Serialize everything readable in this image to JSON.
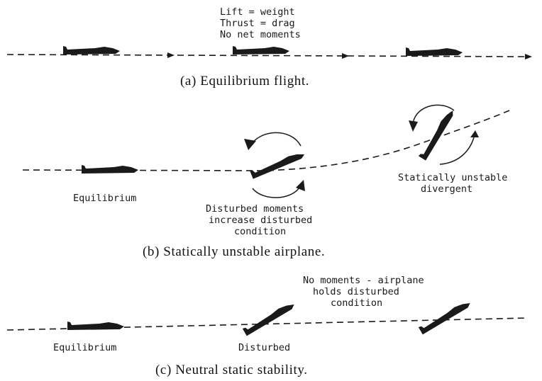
{
  "panel_a": {
    "notes": [
      "Lift = weight",
      "Thrust = drag",
      "No net moments"
    ],
    "caption": "(a) Equilibrium flight."
  },
  "panel_b": {
    "label_equilibrium": "Equilibrium",
    "label_disturbed": [
      "Disturbed moments",
      "increase disturbed",
      "condition"
    ],
    "label_unstable": [
      "Statically unstable",
      "divergent"
    ],
    "caption": "(b) Statically unstable airplane."
  },
  "panel_c": {
    "label_equilibrium": "Equilibrium",
    "label_disturbed": "Disturbed",
    "label_neutral": [
      "No moments - airplane",
      "holds disturbed",
      "condition"
    ],
    "caption": "(c) Neutral static stability."
  },
  "colors": {
    "ink": "#1a1a1a",
    "background": "#ffffff"
  }
}
